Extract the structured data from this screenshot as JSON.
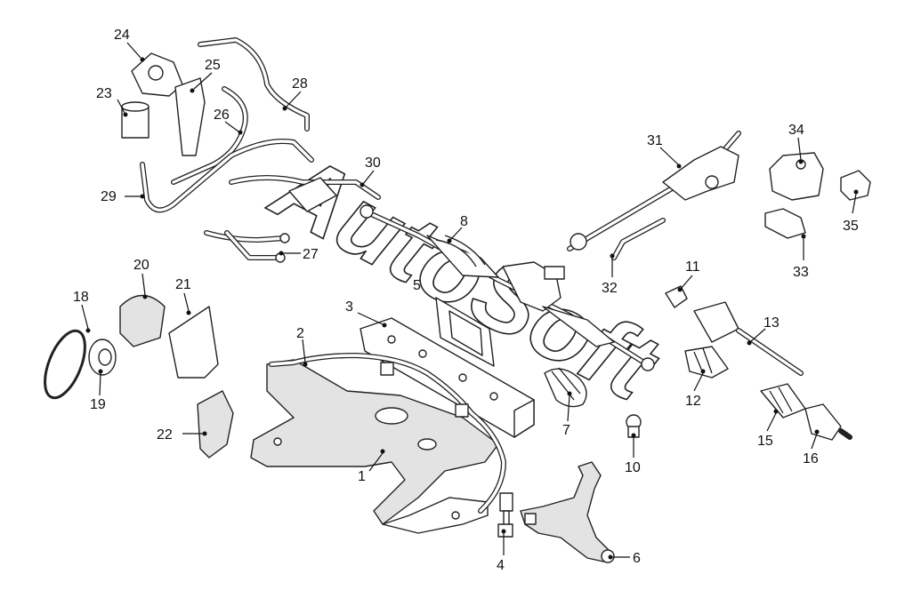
{
  "watermark": "AutoSoft",
  "callouts": [
    {
      "id": "1",
      "label": "1"
    },
    {
      "id": "2",
      "label": "2"
    },
    {
      "id": "3",
      "label": "3"
    },
    {
      "id": "4",
      "label": "4"
    },
    {
      "id": "5",
      "label": "5"
    },
    {
      "id": "6",
      "label": "6"
    },
    {
      "id": "7",
      "label": "7"
    },
    {
      "id": "8",
      "label": "8"
    },
    {
      "id": "10",
      "label": "10"
    },
    {
      "id": "11",
      "label": "11"
    },
    {
      "id": "12",
      "label": "12"
    },
    {
      "id": "13",
      "label": "13"
    },
    {
      "id": "15",
      "label": "15"
    },
    {
      "id": "16",
      "label": "16"
    },
    {
      "id": "18",
      "label": "18"
    },
    {
      "id": "19",
      "label": "19"
    },
    {
      "id": "20",
      "label": "20"
    },
    {
      "id": "21",
      "label": "21"
    },
    {
      "id": "22",
      "label": "22"
    },
    {
      "id": "23",
      "label": "23"
    },
    {
      "id": "24",
      "label": "24"
    },
    {
      "id": "25",
      "label": "25"
    },
    {
      "id": "26",
      "label": "26"
    },
    {
      "id": "27",
      "label": "27"
    },
    {
      "id": "28",
      "label": "28"
    },
    {
      "id": "29",
      "label": "29"
    },
    {
      "id": "30",
      "label": "30"
    },
    {
      "id": "31",
      "label": "31"
    },
    {
      "id": "32",
      "label": "32"
    },
    {
      "id": "33",
      "label": "33"
    },
    {
      "id": "34",
      "label": "34"
    },
    {
      "id": "35",
      "label": "35"
    }
  ]
}
